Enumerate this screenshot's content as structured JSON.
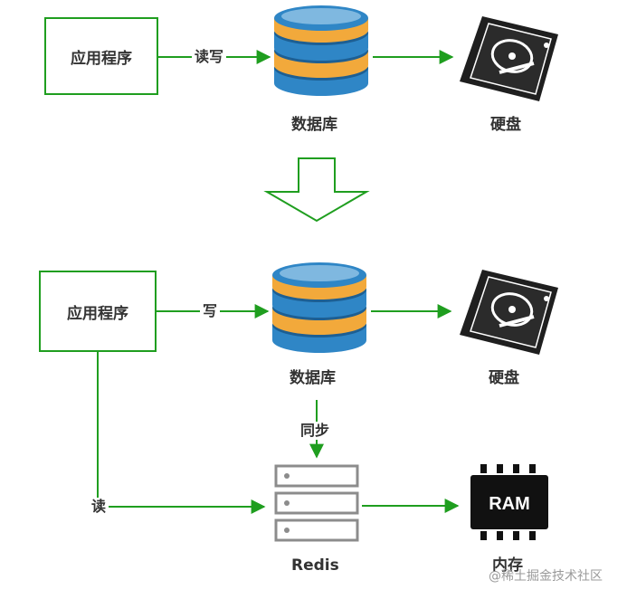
{
  "colors": {
    "edge": "#1f9e1f",
    "db_blue": "#2f86c6",
    "db_orange": "#f2a93b",
    "device": "#1f1f1f",
    "redis_stroke": "#8c8c8c"
  },
  "top": {
    "app_label": "应用程序",
    "edge_rw": "读写",
    "db_label": "数据库",
    "disk_label": "硬盘"
  },
  "bottom": {
    "app_label": "应用程序",
    "edge_write": "写",
    "db_label": "数据库",
    "disk_label": "硬盘",
    "edge_sync": "同步",
    "edge_read": "读",
    "redis_label": "Redis",
    "ram_text": "RAM",
    "memory_label": "内存"
  },
  "watermark": "@稀土掘金技术社区",
  "icons": [
    "database-icon",
    "hard-disk-icon",
    "server-rack-icon",
    "ram-chip-icon",
    "down-arrow-icon"
  ]
}
